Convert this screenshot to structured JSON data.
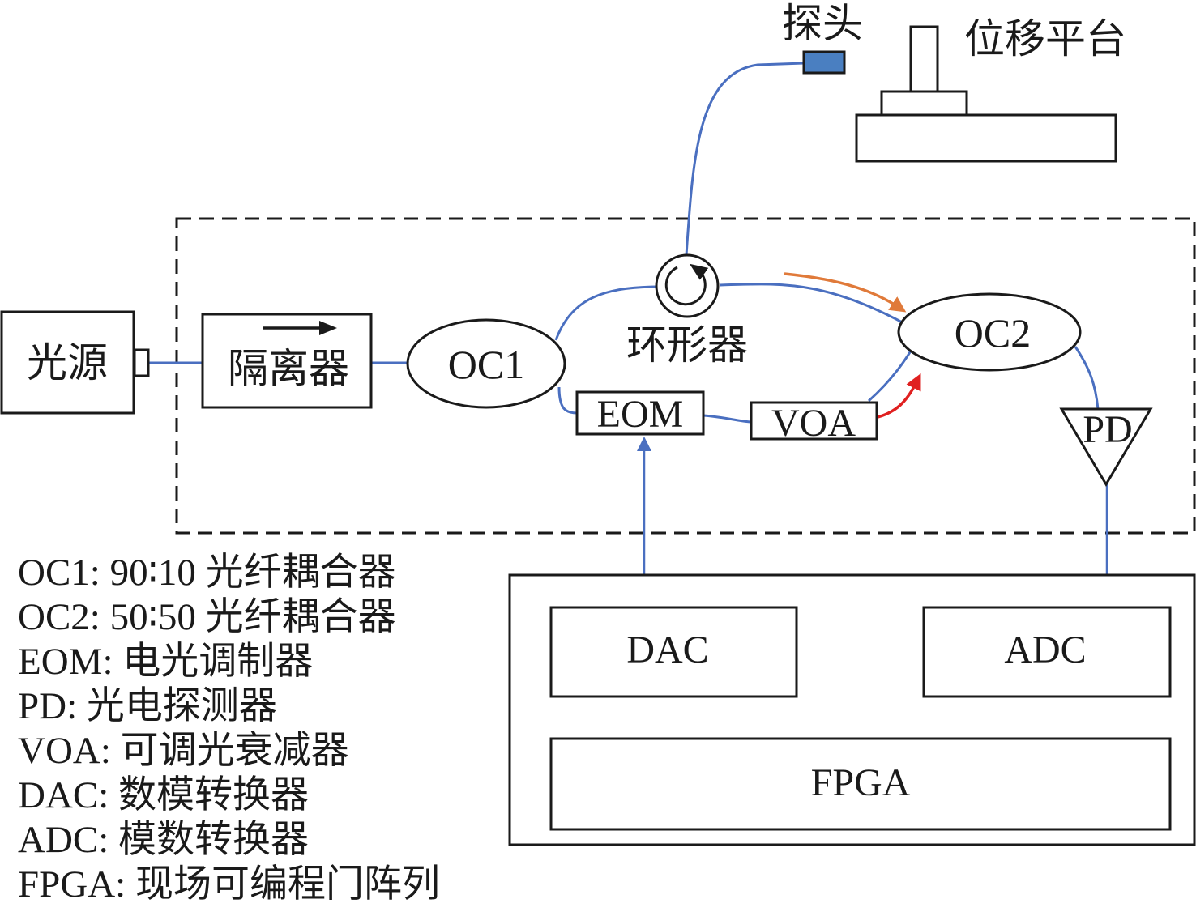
{
  "labels": {
    "light_source": "光源",
    "isolator": "隔离器",
    "oc1": "OC1",
    "circulator": "环形器",
    "oc2": "OC2",
    "eom": "EOM",
    "voa": "VOA",
    "pd": "PD",
    "probe": "探头",
    "stage": "位移平台",
    "dac": "DAC",
    "adc": "ADC",
    "fpga": "FPGA"
  },
  "legend": [
    "OC1: 90∶10 光纤耦合器",
    "OC2: 50∶50 光纤耦合器",
    "EOM: 电光调制器",
    "PD: 光电探测器",
    "VOA: 可调光衰减器",
    "DAC: 数模转换器",
    "ADC: 模数转换器",
    "FPGA: 现场可编程门阵列"
  ],
  "colors": {
    "fiber": "#4a6fc0",
    "probe": "#4a7fc1",
    "arrow_upper": "#e07a3a",
    "arrow_lower": "#e02020",
    "outline": "#1a1a1a"
  }
}
